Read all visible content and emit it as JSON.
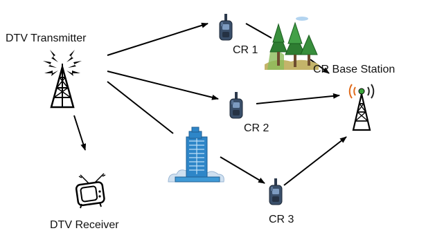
{
  "nodes": {
    "dtv_transmitter": {
      "label": "DTV Transmitter",
      "icon": "broadcast-tower-icon"
    },
    "dtv_receiver": {
      "label": "DTV Receiver",
      "icon": "television-icon"
    },
    "cr1": {
      "label": "CR 1",
      "icon": "handheld-radio-icon"
    },
    "cr2": {
      "label": "CR 2",
      "icon": "handheld-radio-icon"
    },
    "cr3": {
      "label": "CR 3",
      "icon": "handheld-radio-icon"
    },
    "base_station": {
      "label": "CR Base Station",
      "icon": "cell-tower-icon"
    },
    "forest": {
      "icon": "forest-trees-icon"
    },
    "building": {
      "icon": "office-building-icon"
    }
  },
  "edges": [
    {
      "from": "DTV Transmitter",
      "to": "CR 1"
    },
    {
      "from": "DTV Transmitter",
      "to": "CR 2"
    },
    {
      "from": "DTV Transmitter",
      "to": "DTV Receiver"
    },
    {
      "from": "DTV Transmitter",
      "to": "office building"
    },
    {
      "from": "office building",
      "to": "CR 3"
    },
    {
      "from": "CR 1",
      "to": "forest"
    },
    {
      "from": "forest",
      "to": "CR Base Station"
    },
    {
      "from": "CR 2",
      "to": "CR Base Station"
    },
    {
      "from": "CR 3",
      "to": "CR Base Station"
    }
  ],
  "colors": {
    "line": "#000000",
    "radio_body": "#3a4f6a",
    "radio_screen": "#7d9bc0",
    "building": "#2e86c8",
    "tree": "#2e7d32",
    "signal_orange": "#e06a1a",
    "signal_green": "#3aa33a"
  }
}
